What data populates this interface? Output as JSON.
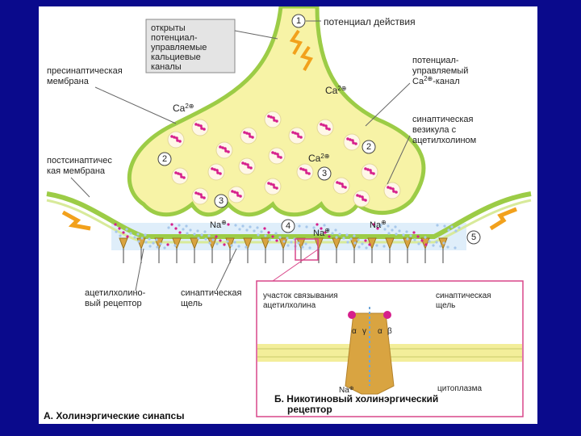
{
  "labels": {
    "action_potential": "потенциал действия",
    "open_channels": [
      "открыты",
      "потенциал-",
      "управляемые",
      "кальциевые",
      "каналы"
    ],
    "presynaptic": [
      "пресинаптическая",
      "мембрана"
    ],
    "ca_channel": [
      "потенциал-",
      "управляемый",
      "Ca",
      "2⊕",
      "-канал"
    ],
    "vesicle": [
      "синаптическая",
      "везикула с",
      "ацетилхолином"
    ],
    "postsynaptic": [
      "постсинаптичес",
      "кая мембрана"
    ],
    "receptor": [
      "ацетилхолино-",
      "вый рецептор"
    ],
    "cleft": [
      "синаптическая",
      "щель"
    ],
    "ion_ca": "Ca",
    "ion_ca_charge": "2⊕",
    "ion_na": "Na",
    "ion_na_charge": "⊕",
    "inset_binding": [
      "участок связывания",
      "ацетилхолина"
    ],
    "inset_cleft": [
      "синаптическая",
      "щель"
    ],
    "inset_cytoplasm": "цитоплазма",
    "subunits": [
      "α",
      "γ",
      "α",
      "β"
    ],
    "caption_a": "А. Холинэргические синапсы",
    "caption_b": [
      "Б. Никотиновый холинэргический",
      "рецептор"
    ],
    "step_numbers": [
      "1",
      "2",
      "2",
      "3",
      "3",
      "4",
      "5"
    ]
  },
  "colors": {
    "background": "#0a0a8c",
    "terminal_fill": "#f7f3a6",
    "membrane": "#9ccc46",
    "vesicle_dot": "#d61f8c",
    "receptor": "#d9a441",
    "cleft_dots": "#a7c7ea",
    "arrow_orange": "#f2a11c",
    "inset_border": "#d9478a"
  }
}
